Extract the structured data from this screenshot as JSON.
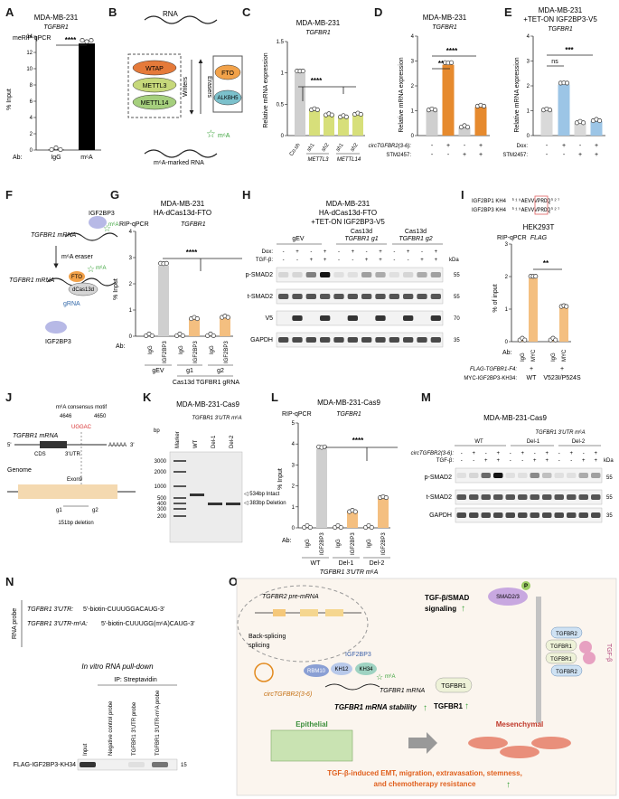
{
  "panel_letters": [
    "A",
    "B",
    "C",
    "D",
    "E",
    "F",
    "G",
    "H",
    "I",
    "J",
    "K",
    "L",
    "M",
    "N",
    "O"
  ],
  "panelA": {
    "cell": "MDA-MB-231",
    "gene": "TGFBR1",
    "assay": "meRIP-qPCR",
    "ylabel": "% Input",
    "sig": "****",
    "ab_label": "Ab:",
    "groups": [
      "IgG",
      "m⁶A"
    ]
  },
  "panelB": {
    "rna": "RNA",
    "writers_label": "Writers",
    "erasers_label": "Erasers",
    "writers": [
      "WTAP",
      "METTL3",
      "METTL14"
    ],
    "erasers": [
      "FTO",
      "ALKBH5"
    ],
    "m6a": "m⁶A",
    "marked": "m⁶A-marked RNA"
  },
  "panelC": {
    "cell": "MDA-MB-231",
    "gene": "TGFBR1",
    "ylabel": "Relative mRNA expression",
    "sig": "****",
    "groups": [
      "Co.sh",
      "sh1",
      "sh2",
      "sh1",
      "sh2"
    ],
    "gene_groups": [
      "METTL3",
      "METTL14"
    ]
  },
  "panelD": {
    "cell": "MDA-MB-231",
    "gene": "TGFBR1",
    "ylabel": "Relative mRNA expression",
    "sig1": "**",
    "sig2": "****",
    "row1": "circTGFBR2(3-6):",
    "row2": "STM2457:",
    "signs1": [
      "-",
      "+",
      "-",
      "+"
    ],
    "signs2": [
      "-",
      "-",
      "+",
      "+"
    ]
  },
  "panelE": {
    "cell": "MDA-MB-231",
    "cell2": "+TET-ON IGF2BP3-V5",
    "gene": "TGFBR1",
    "ylabel": "Relative mRNA expression",
    "sig1": "ns",
    "sig2": "***",
    "row1": "Dox:",
    "row2": "STM2457:",
    "signs1": [
      "-",
      "+",
      "-",
      "+"
    ],
    "signs2": [
      "-",
      "-",
      "+",
      "+"
    ]
  },
  "panelF": {
    "top_rna": "TGFBR1 mRNA",
    "igf": "IGF2BP3",
    "m6a": "m⁶A",
    "eraser": "m⁶A eraser",
    "bottom_rna": "TGFBR1 mRNA",
    "fto": "FTO",
    "dcas": "dCas13d",
    "grna": "gRNA",
    "igf2": "IGF2BP3"
  },
  "panelG": {
    "cell": "MDA-MB-231",
    "cell2": "HA-dCas13d-FTO",
    "assay": "RIP-qPCR",
    "gene": "TGFBR1",
    "ylabel": "% Input",
    "sig": "****",
    "ab": "Ab:",
    "groups": [
      "IgG",
      "IGF2BP3",
      "IgG",
      "IGF2BP3",
      "IgG",
      "IGF2BP3"
    ],
    "under": [
      "gEV",
      "g1",
      "g2"
    ],
    "grna": "Cas13d TGFBR1 gRNA"
  },
  "panelH": {
    "cell": "MDA-MB-231",
    "cell2": "HA-dCas13d-FTO",
    "cell3": "+TET-ON IGF2BP3-V5",
    "groups": [
      "gEV",
      "Cas13d",
      "Cas13d"
    ],
    "group_sub": [
      "TGFBR1 g1",
      "TGFBR1 g2"
    ],
    "dox": "Dox:",
    "tgf": "TGF-β:",
    "kda": "kDa",
    "rows": [
      "p-SMAD2",
      "t-SMAD2",
      "V5",
      "GAPDH"
    ],
    "mw": [
      "55",
      "55",
      "70",
      "35"
    ]
  },
  "panelI": {
    "seq1": "IGF2BP1 KH4",
    "seq2": "IGF2BP3 KH4",
    "seq_a": "⁵¹⁹AEVVVPRDQ⁵²⁷",
    "seq_b": "⁵¹⁹AEVVVPRDQ⁵²⁷",
    "cell": "HEK293T",
    "assay": "RIP-qPCR",
    "gene": "FLAG",
    "ylabel": "% of input",
    "sig": "**",
    "ab": "Ab:",
    "groups": [
      "IgG",
      "MYC",
      "IgG",
      "MYC"
    ],
    "row1": "FLAG-TGFBR1-F4:",
    "row2": "MYC-IGF2BP3-KH34:",
    "signs": [
      "+",
      "+"
    ],
    "under": [
      "WT",
      "V523I/P524S"
    ]
  },
  "panelJ": {
    "motif": "m⁶A consensus motif",
    "pos1": "4646",
    "pos2": "4650",
    "seq": "UGGAC",
    "mrna": "TGFBR1 mRNA",
    "cds": "CDS",
    "utr": "3'UTR",
    "tail": "AAAAA",
    "five": "5'",
    "three": "3'",
    "genome": "Genome",
    "exon": "Exon9",
    "g1": "g1",
    "g2": "g2",
    "deletion": "151bp deletion"
  },
  "panelK": {
    "cell": "MDA-MB-231-Cas9",
    "title": "TGFBR1 3'UTR m⁶A",
    "bp": "bp",
    "lanes": [
      "Marker",
      "WT",
      "Del-1",
      "Del-2"
    ],
    "ladder": [
      "3000",
      "2000",
      "1000",
      "500",
      "400",
      "300",
      "200"
    ],
    "b1": "◁ 534bp Intact",
    "b2": "◁ 383bp Deletion"
  },
  "panelL": {
    "cell": "MDA-MB-231-Cas9",
    "assay": "RIP-qPCR",
    "gene": "TGFBR1",
    "ylabel": "% Input",
    "sig": "****",
    "ab": "Ab:",
    "groups": [
      "IgG",
      "IGF2BP3",
      "IgG",
      "IGF2BP3",
      "IgG",
      "IGF2BP3"
    ],
    "under": [
      "WT",
      "Del-1",
      "Del-2"
    ],
    "footer": "TGFBR1 3'UTR m⁶A"
  },
  "panelM": {
    "cell": "MDA-MB-231-Cas9",
    "title": "TGFBR1 3'UTR m⁶A",
    "groups": [
      "WT",
      "Del-1",
      "Del-2"
    ],
    "row1": "circTGFBR2(3-6):",
    "row2": "TGF-β:",
    "kda": "kDa",
    "rows": [
      "p-SMAD2",
      "t-SMAD2",
      "GAPDH"
    ],
    "mw": [
      "55",
      "55",
      "35"
    ]
  },
  "panelN": {
    "probe_label": "RNA probe",
    "p1_name": "TGFBR1 3'UTR:",
    "p1_seq": "5'-biotin-CUUUGGACAUG-3'",
    "p2_name": "TGFBR1 3'UTR-m⁶A:",
    "p2_seq": "5'-biotin-CUUUGG(m⁶A)CAUG-3'",
    "title": "In vitro RNA pull-down",
    "ip": "IP: Streptavidin",
    "lanes": [
      "Input",
      "Negative control probe",
      "TGFBR1 3'UTR probe",
      "TGFBR1 3'UTR-m⁶A probe"
    ],
    "row": "FLAG-IGF2BP3-KH34",
    "mw": "15"
  },
  "panelO": {
    "pre": "TGFBR2 pre-mRNA",
    "back": "Back-splicing",
    "circ": "circTGFBR2(3-6)",
    "rbm": "RBM10",
    "igf": "IGF2BP3",
    "kh12": "KH12",
    "kh34": "KH34",
    "m6a": "m⁶A",
    "mrna": "TGFBR1 mRNA",
    "stability": "TGFBR1 mRNA stability",
    "sig": "TGF-β/SMAD",
    "sig2": "signaling",
    "smad": "SMAD2/3",
    "p": "P",
    "tgfbr1": "TGFBR1",
    "tgfbr1b": "TGFBR1",
    "rec": [
      "TGFBR2",
      "TGFBR1",
      "TGFBR1",
      "TGFBR2"
    ],
    "tgfb": "TGF-β",
    "epi": "Epithelial",
    "mes": "Mesenchymal",
    "out1": "TGF-β-induced EMT, migration, extravasation, stemness,",
    "out2": "and chemotherapy resistance"
  },
  "colors": {
    "black": "#000000",
    "gray": "#cfcfcf",
    "green": "#d7df7a",
    "orange_light": "#f4bf80",
    "orange": "#e68a2e",
    "blue": "#9cc5e6",
    "pink": "#e7a1c1"
  },
  "chart_data": [
    {
      "type": "bar",
      "panel": "A",
      "categories": [
        "IgG",
        "m⁶A"
      ],
      "values": [
        0.05,
        13.1
      ],
      "ylim": [
        0,
        14
      ],
      "ylabel": "% Input"
    },
    {
      "type": "bar",
      "panel": "C",
      "categories": [
        "Co.sh",
        "METTL3 sh1",
        "METTL3 sh2",
        "METTL14 sh1",
        "METTL14 sh2"
      ],
      "values": [
        1.0,
        0.4,
        0.32,
        0.29,
        0.33
      ],
      "ylim": [
        0,
        1.5
      ],
      "ylabel": "Relative mRNA expression"
    },
    {
      "type": "bar",
      "panel": "D",
      "categories": [
        "-/-",
        "+/-",
        "-/+",
        "+/+"
      ],
      "values": [
        1.0,
        2.85,
        0.33,
        1.15
      ],
      "ylim": [
        0,
        4
      ],
      "ylabel": "Relative mRNA expression"
    },
    {
      "type": "bar",
      "panel": "E",
      "categories": [
        "-/-",
        "+/-",
        "-/+",
        "+/+"
      ],
      "values": [
        1.0,
        2.05,
        0.5,
        0.58
      ],
      "ylim": [
        0,
        4
      ],
      "ylabel": "Relative mRNA expression"
    },
    {
      "type": "bar",
      "panel": "G",
      "categories": [
        "gEV IgG",
        "gEV IGF2BP3",
        "g1 IgG",
        "g1 IGF2BP3",
        "g2 IgG",
        "g2 IGF2BP3"
      ],
      "values": [
        0.02,
        2.7,
        0.02,
        0.65,
        0.02,
        0.7
      ],
      "ylim": [
        0,
        4
      ],
      "ylabel": "% Input"
    },
    {
      "type": "bar",
      "panel": "I",
      "categories": [
        "WT IgG",
        "WT MYC",
        "V523I/P524S IgG",
        "V523I/P524S MYC"
      ],
      "values": [
        0.05,
        1.95,
        0.05,
        1.05
      ],
      "ylim": [
        0,
        3
      ],
      "ylabel": "% of input"
    },
    {
      "type": "bar",
      "panel": "L",
      "categories": [
        "WT IgG",
        "WT IGF2BP3",
        "Del-1 IgG",
        "Del-1 IGF2BP3",
        "Del-2 IgG",
        "Del-2 IGF2BP3"
      ],
      "values": [
        0.02,
        3.75,
        0.02,
        0.75,
        0.02,
        1.4
      ],
      "ylim": [
        0,
        5
      ],
      "ylabel": "% Input"
    }
  ]
}
